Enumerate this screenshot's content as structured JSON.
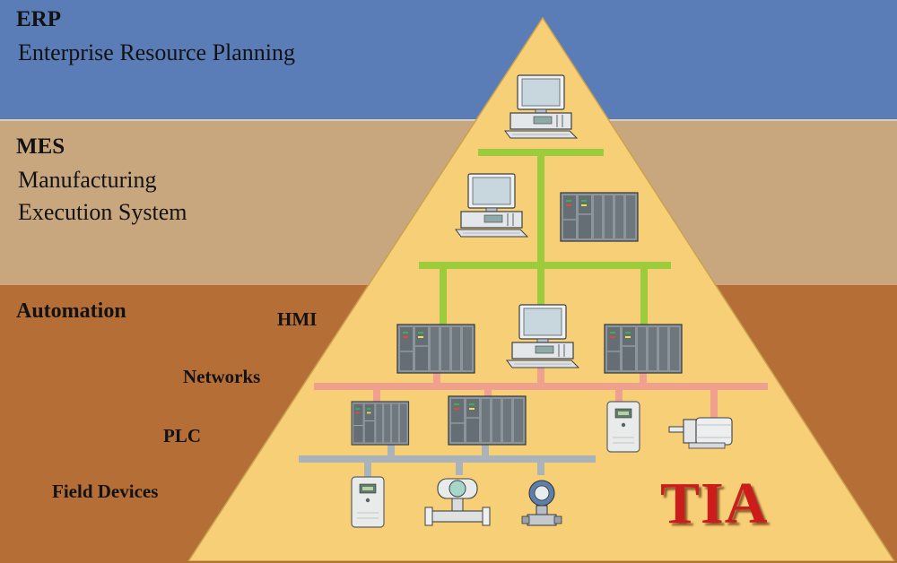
{
  "colors": {
    "erp_band": "#5a7db8",
    "mes_band": "#c8a77f",
    "automation_band": "#b56f36",
    "pyramid": "#f7cf76",
    "green_bus": "#9ccc3c",
    "pink_bus": "#efa08e",
    "gray_bus": "#a9b3b8",
    "tia": "#cc1c1c"
  },
  "layers": {
    "erp": {
      "abbr": "ERP",
      "name": "Enterprise Resource Planning"
    },
    "mes": {
      "abbr": "MES",
      "name_line1": "Manufacturing",
      "name_line2": "Execution System"
    },
    "automation": {
      "title": "Automation"
    }
  },
  "levels": {
    "hmi": "HMI",
    "networks": "Networks",
    "plc": "PLC",
    "field_devices": "Field Devices"
  },
  "brand": {
    "tia": "TIA"
  },
  "icons": {
    "computer": "computer-workstation-icon",
    "plc_rack": "plc-rack-icon",
    "drive": "frequency-drive-icon",
    "motor": "motor-icon",
    "flowmeter": "flowmeter-icon",
    "pressure": "pressure-transmitter-icon"
  }
}
